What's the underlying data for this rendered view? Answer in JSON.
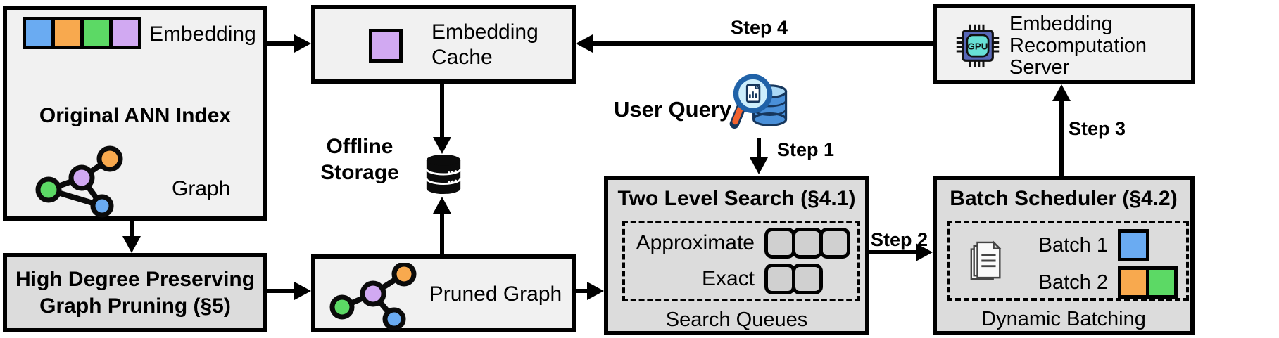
{
  "colors": {
    "blue": "#6aabf2",
    "orange": "#f8a94e",
    "green": "#5cd965",
    "purple": "#d1a9f2",
    "box_light": "#f1f1f1",
    "box_dark": "#dcdcdc",
    "queue_fill": "#d0d0d0",
    "chip_body": "#5868b8",
    "chip_core": "#68e0d6",
    "query_outline": "#16365c",
    "query_db_body": "#4a90d9",
    "query_db_top": "#a9d7f5",
    "query_lens": "#cdeefc",
    "magnifier_rim": "#2062a8",
    "magnifier_handle": "#f2622e",
    "doc_outline": "#444444",
    "doc_fill": "#fafafa"
  },
  "ann_index": {
    "title": "Original ANN Index",
    "embedding_label": "Embedding",
    "graph_label": "Graph",
    "embedding_colors": [
      "blue",
      "orange",
      "green",
      "purple"
    ]
  },
  "pruning_box": {
    "lines": [
      "High Degree Preserving",
      "Graph Pruning (§5)"
    ]
  },
  "embedding_cache": {
    "lines": [
      "Embedding",
      "Cache"
    ],
    "cached_colors": [
      "purple"
    ]
  },
  "offline_storage": {
    "lines": [
      "Offline",
      "Storage"
    ]
  },
  "pruned_graph": {
    "label": "Pruned Graph"
  },
  "user_query": {
    "label": "User Query"
  },
  "steps": {
    "s1": "Step 1",
    "s2": "Step 2",
    "s3": "Step 3",
    "s4": "Step 4"
  },
  "two_level_search": {
    "title": "Two Level Search (§4.1)",
    "approximate_label": "Approximate",
    "exact_label": "Exact",
    "caption": "Search Queues",
    "approximate_queue_count": 3,
    "exact_queue_count": 2
  },
  "batch_scheduler": {
    "title": "Batch Scheduler (§4.2)",
    "batch1_label": "Batch 1",
    "batch2_label": "Batch 2",
    "caption": "Dynamic Batching",
    "batch1_colors": [
      "blue"
    ],
    "batch2_colors": [
      "orange",
      "green"
    ]
  },
  "recompute_server": {
    "lines": [
      "Embedding",
      "Recomputation",
      "Server"
    ],
    "chip_label": "GPU"
  },
  "icons": {
    "ann_graph": "graph-icon",
    "pruned_graph": "graph-icon",
    "offline_storage": "database-icon",
    "user_query": "magnifier-database-icon",
    "recompute_server": "gpu-chip-icon",
    "batch_scheduler": "documents-icon"
  }
}
